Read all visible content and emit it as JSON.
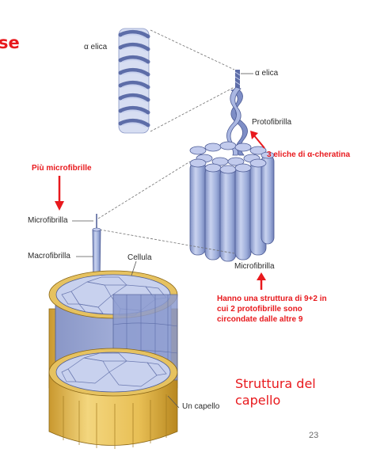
{
  "slide": {
    "title_fragment": "se",
    "page_number": "23"
  },
  "diagram": {
    "labels": {
      "alpha_helix_large": "α elica",
      "alpha_helix_small": "α elica",
      "protofibril": "Protofibrilla",
      "microfibril_left": "Microfibrilla",
      "macrofibril": "Macrofibrilla",
      "cell": "Cellula",
      "microfibril_bottom": "Microfibrilla",
      "hair": "Un capello"
    },
    "annotations": {
      "three_helices": "3 eliche di α-cheratina",
      "more_microfibrils": "Più  microfibrille",
      "structure_line1": "Hanno una struttura di 9+2 in",
      "structure_line2": "cui 2 protofibrille sono",
      "structure_line3": "circondate dalle altre 9"
    },
    "caption": {
      "line1": "Struttura del",
      "line2": "capello"
    }
  },
  "colors": {
    "accent_red": "#e8191d",
    "fibril_blue": "#a9b7dc",
    "hair_cuticle": "#e9c46a"
  }
}
